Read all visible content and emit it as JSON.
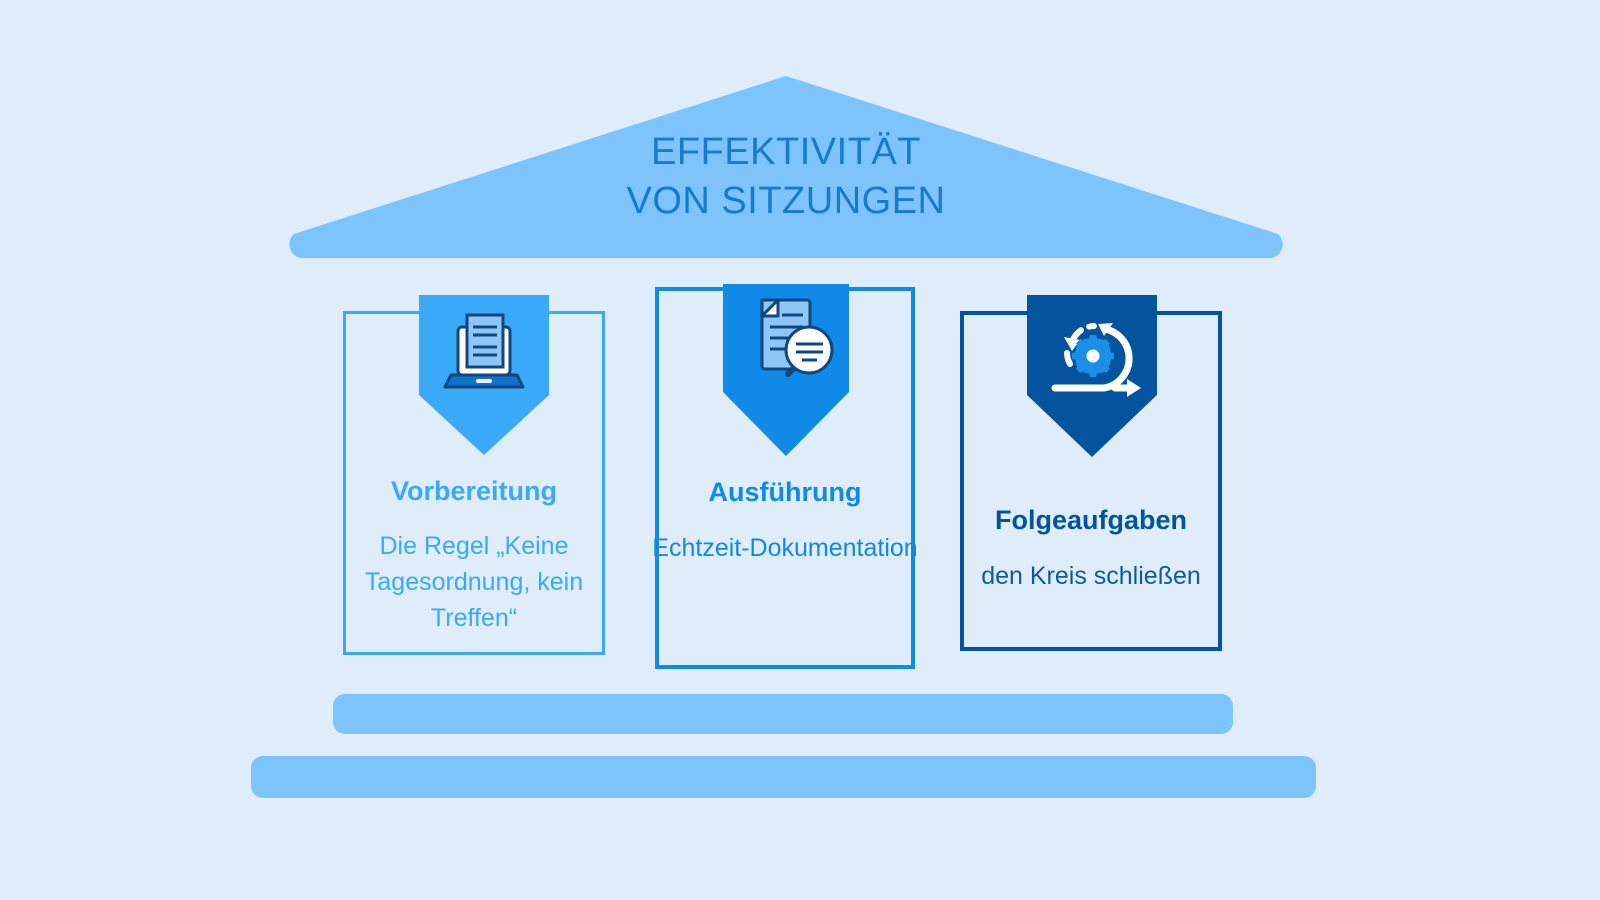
{
  "page": {
    "background_color": "#dfedfb",
    "title_line1": "EFFEKTIVITÄT",
    "title_line2": "VON SITZUNGEN",
    "title_color": "#1879cf",
    "roof_color": "#7cc4fb"
  },
  "columns": [
    {
      "id": "vorbereitung",
      "title": "Vorbereitung",
      "text": "Die Regel „Keine Tagesordnung, kein Treffen“",
      "accent_color": "#3aa9f8",
      "icon": "laptop-document-icon"
    },
    {
      "id": "ausfuehrung",
      "title": "Ausführung",
      "text": "Echtzeit-Dokumentation",
      "accent_color": "#0f8ae8",
      "icon": "document-magnifier-icon"
    },
    {
      "id": "folgeaufgaben",
      "title": "Folgeaufgaben",
      "text": "den Kreis schließen",
      "accent_color": "#04539e",
      "icon": "agile-cycle-gear-icon"
    }
  ],
  "base": {
    "step_color": "#7cc4fb"
  }
}
